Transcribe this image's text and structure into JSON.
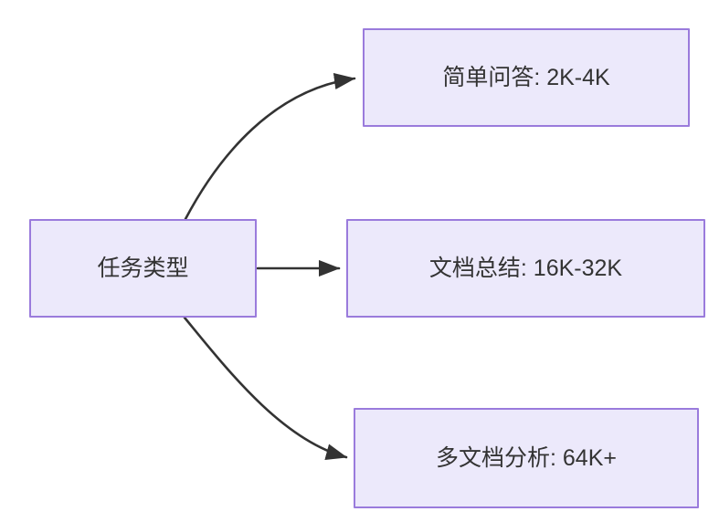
{
  "diagram": {
    "type": "flowchart",
    "direction": "left-to-right",
    "background_color": "#ffffff",
    "node_fill_color": "#ece9fb",
    "node_border_color": "#9a7bdc",
    "node_text_color": "#333333",
    "edge_color": "#333333",
    "root": {
      "id": "root",
      "label": "任务类型"
    },
    "branches": [
      {
        "id": "simple-qa",
        "label": "简单问答: 2K-4K",
        "task": "简单问答",
        "context_length": "2K-4K",
        "edge_style": "curved"
      },
      {
        "id": "doc-summary",
        "label": "文档总结: 16K-32K",
        "task": "文档总结",
        "context_length": "16K-32K",
        "edge_style": "straight"
      },
      {
        "id": "multi-doc",
        "label": "多文档分析: 64K+",
        "task": "多文档分析",
        "context_length": "64K+",
        "edge_style": "curved"
      }
    ]
  }
}
